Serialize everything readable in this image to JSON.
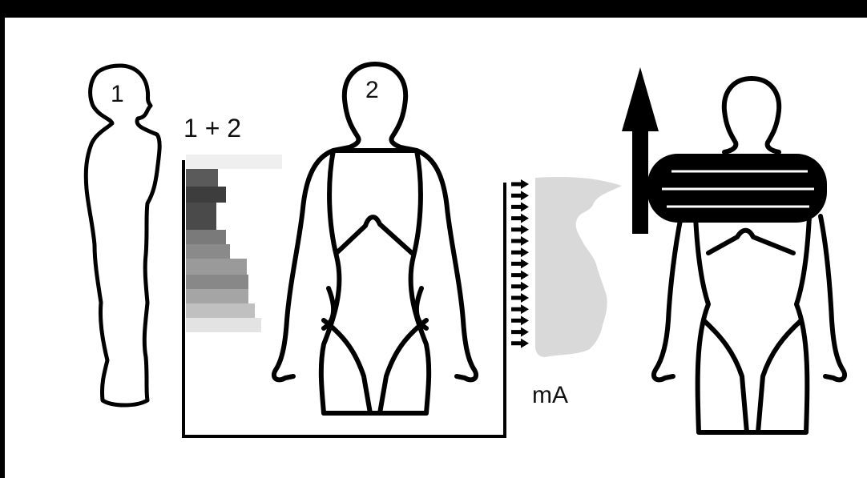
{
  "labels": {
    "figure_1": "1",
    "figure_2": "2",
    "combined": "1 + 2",
    "unit": "mA"
  },
  "colors": {
    "background": "#000000",
    "panel": "#ffffff",
    "outline": "#000000",
    "profile_fill": "#d9d9d9",
    "arrow": "#000000"
  },
  "icons": {
    "up_arrow": "lift-arrow-icon",
    "small_arrows": "right-arrow-icon",
    "coil": "ring-coil-icon"
  }
}
